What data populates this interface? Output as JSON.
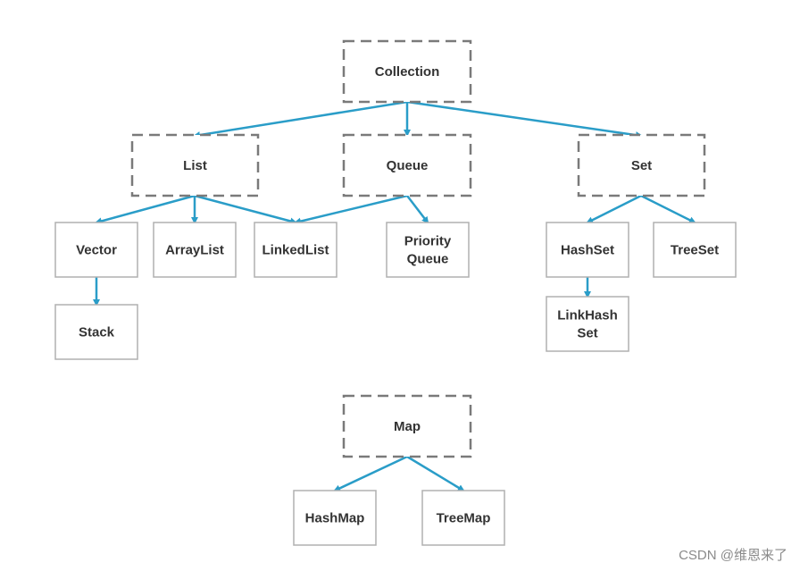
{
  "colors": {
    "edge": "#2a9dc8",
    "dashed_border": "#7a7a7a",
    "solid_border": "#b0b0b0",
    "text": "#333333",
    "watermark": "#8a8a8a"
  },
  "nodes": {
    "collection": {
      "lines": [
        "Collection"
      ],
      "style": "dashed"
    },
    "list": {
      "lines": [
        "List"
      ],
      "style": "dashed"
    },
    "queue": {
      "lines": [
        "Queue"
      ],
      "style": "dashed"
    },
    "set": {
      "lines": [
        "Set"
      ],
      "style": "dashed"
    },
    "vector": {
      "lines": [
        "Vector"
      ],
      "style": "solid"
    },
    "arraylist": {
      "lines": [
        "ArrayList"
      ],
      "style": "solid"
    },
    "linkedlist": {
      "lines": [
        "LinkedList"
      ],
      "style": "solid"
    },
    "priorityqueue": {
      "lines": [
        "Priority",
        "Queue"
      ],
      "style": "solid"
    },
    "hashset": {
      "lines": [
        "HashSet"
      ],
      "style": "solid"
    },
    "treeset": {
      "lines": [
        "TreeSet"
      ],
      "style": "solid"
    },
    "stack": {
      "lines": [
        "Stack"
      ],
      "style": "solid"
    },
    "linkhashset": {
      "lines": [
        "LinkHash",
        "Set"
      ],
      "style": "solid"
    },
    "map": {
      "lines": [
        "Map"
      ],
      "style": "dashed"
    },
    "hashmap": {
      "lines": [
        "HashMap"
      ],
      "style": "solid"
    },
    "treemap": {
      "lines": [
        "TreeMap"
      ],
      "style": "solid"
    }
  },
  "edges": [
    {
      "from": "collection",
      "to": "list"
    },
    {
      "from": "collection",
      "to": "queue"
    },
    {
      "from": "collection",
      "to": "set"
    },
    {
      "from": "list",
      "to": "vector"
    },
    {
      "from": "list",
      "to": "arraylist"
    },
    {
      "from": "list",
      "to": "linkedlist"
    },
    {
      "from": "queue",
      "to": "linkedlist"
    },
    {
      "from": "queue",
      "to": "priorityqueue"
    },
    {
      "from": "set",
      "to": "hashset"
    },
    {
      "from": "set",
      "to": "treeset"
    },
    {
      "from": "vector",
      "to": "stack"
    },
    {
      "from": "hashset",
      "to": "linkhashset"
    },
    {
      "from": "map",
      "to": "hashmap"
    },
    {
      "from": "map",
      "to": "treemap"
    }
  ],
  "watermark": "CSDN @维恩来了"
}
